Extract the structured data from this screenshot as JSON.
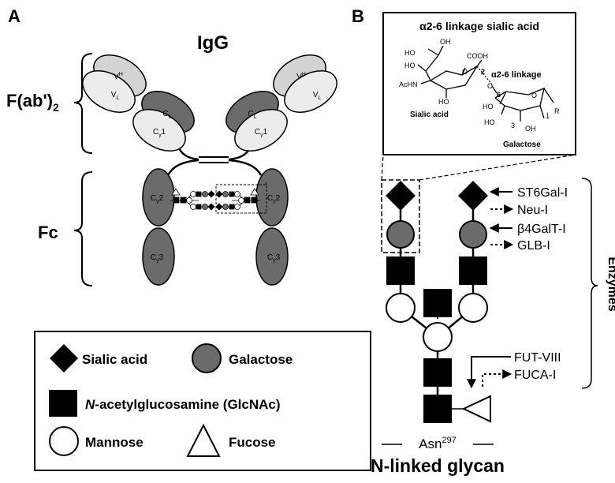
{
  "panel_a": {
    "label": "A",
    "title": "IgG",
    "fab_label": "F(ab')",
    "fab_sub": "2",
    "fc_label": "Fc",
    "domains": {
      "vh": {
        "main": "V",
        "sub": "H"
      },
      "vl": {
        "main": "V",
        "sub": "L"
      },
      "cl": {
        "main": "C",
        "sub": "L"
      },
      "cg1": {
        "main": "C",
        "sub": "γ",
        "suffix": "1"
      },
      "cg2": {
        "main": "C",
        "sub": "γ",
        "suffix": "2"
      },
      "cg3": {
        "main": "C",
        "sub": "γ",
        "suffix": "3"
      }
    }
  },
  "legend": {
    "sialic": "Sialic acid",
    "galactose": "Galactose",
    "glcnac_italic": "N",
    "glcnac_rest": "-acetylglucosamine (GlcNAc)",
    "mannose": "Mannose",
    "fucose": "Fucose"
  },
  "panel_b": {
    "label": "B",
    "inset": {
      "title": "α2-6 linkage sialic acid",
      "linkage": "α2-6 linkage",
      "sialic_acid": "Sialic acid",
      "galactose": "Galactose",
      "atoms": [
        "HO",
        "OH",
        "HO",
        "COOH",
        "AcHN",
        "HO",
        "O",
        "2",
        "O",
        "6",
        "HO",
        "O",
        "R",
        "HO",
        "3",
        "OH",
        "1"
      ]
    },
    "enzymes": [
      {
        "name": "ST6Gal-I",
        "arrow": "solid"
      },
      {
        "name": "Neu-I",
        "arrow": "dotted"
      },
      {
        "name": "β4GalT-I",
        "arrow": "solid"
      },
      {
        "name": "GLB-I",
        "arrow": "dotted"
      },
      {
        "name": "FUT-VIII",
        "arrow": "solid"
      },
      {
        "name": "FUCA-I",
        "arrow": "dotted"
      }
    ],
    "enzymes_label": "Enzymes",
    "asn": "Asn",
    "asn_sup": "297",
    "title": "N-linked glycan"
  },
  "colors": {
    "dark_gray": "#6b6b6b",
    "mid_gray": "#9a9a9a",
    "light_gray": "#d3d3d3",
    "pale_gray": "#ececec",
    "black": "#000000"
  }
}
